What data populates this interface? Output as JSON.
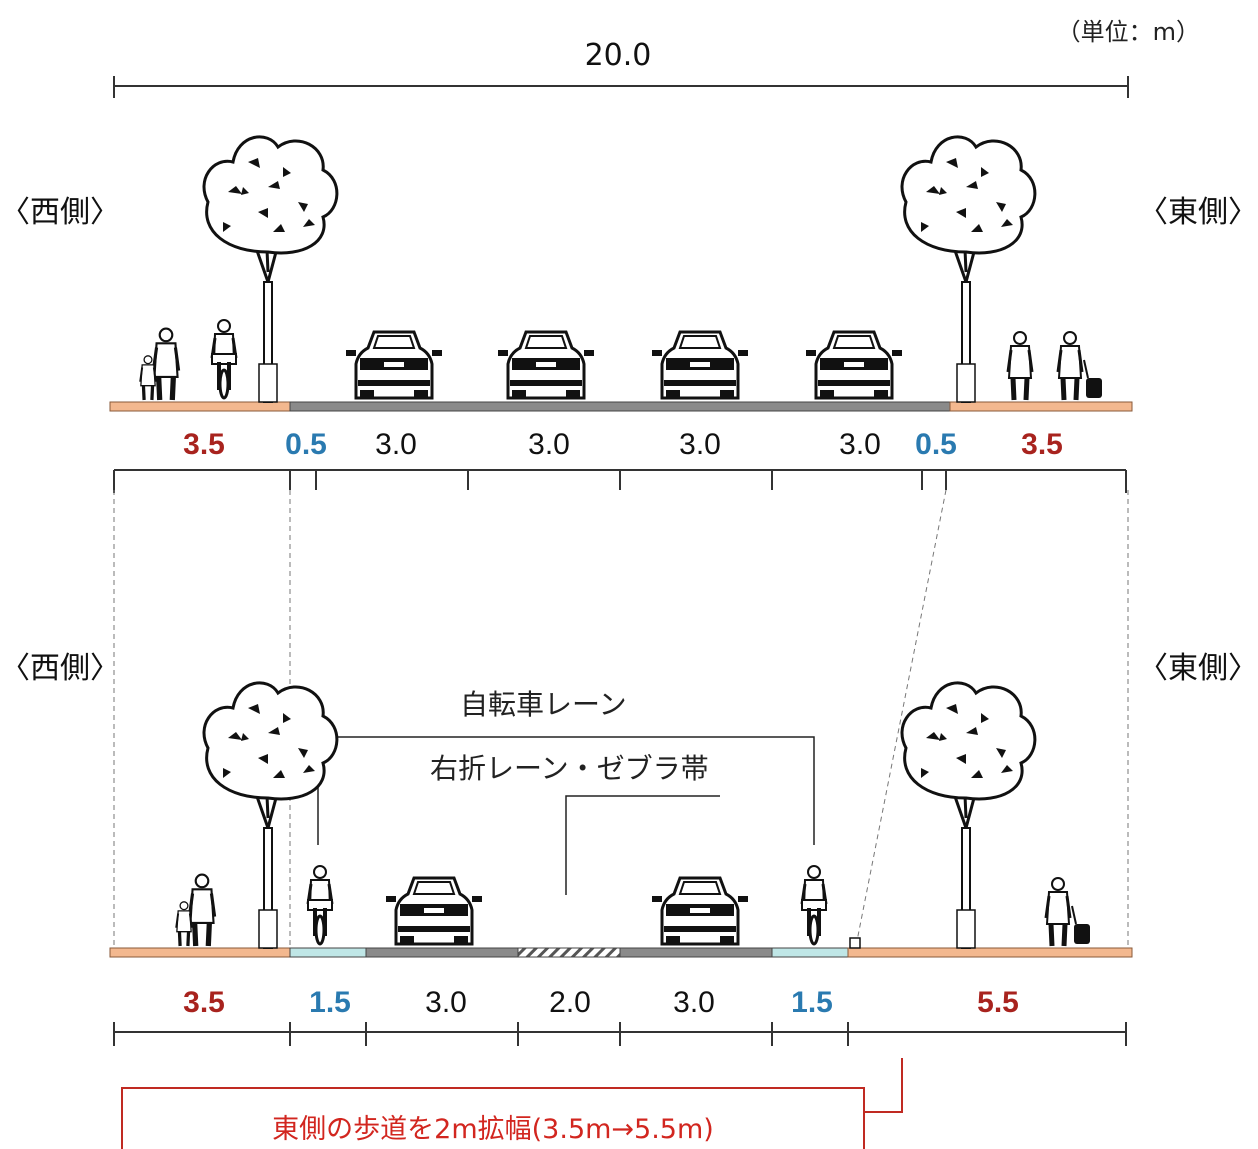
{
  "unit_label": "（単位：m）",
  "total_width_label": "20.0",
  "before": {
    "west_label": "〈西側〉",
    "east_label": "〈東側〉",
    "dims": [
      {
        "text": "3.5",
        "color": "red"
      },
      {
        "text": "0.5",
        "color": "blue"
      },
      {
        "text": "3.0",
        "color": "black"
      },
      {
        "text": "3.0",
        "color": "black"
      },
      {
        "text": "3.0",
        "color": "black"
      },
      {
        "text": "3.0",
        "color": "black"
      },
      {
        "text": "0.5",
        "color": "blue"
      },
      {
        "text": "3.5",
        "color": "red"
      }
    ]
  },
  "after": {
    "west_label": "〈西側〉",
    "east_label": "〈東側〉",
    "bike_lane_label": "自転車レーン",
    "turn_lane_label": "右折レーン・ゼブラ帯",
    "dims": [
      {
        "text": "3.5",
        "color": "red"
      },
      {
        "text": "1.5",
        "color": "blue"
      },
      {
        "text": "3.0",
        "color": "black"
      },
      {
        "text": "2.0",
        "color": "black"
      },
      {
        "text": "3.0",
        "color": "black"
      },
      {
        "text": "1.5",
        "color": "blue"
      },
      {
        "text": "5.5",
        "color": "red"
      }
    ]
  },
  "note": "東側の歩道を2m拡幅(3.5m→5.5m)",
  "colors": {
    "sidewalk": "#f3b88f",
    "bike_lane": "#bfe6e6",
    "road": "#8a8a8a",
    "dim_red": "#a8231e",
    "dim_blue": "#2a7ab0",
    "note": "#d2261f"
  }
}
